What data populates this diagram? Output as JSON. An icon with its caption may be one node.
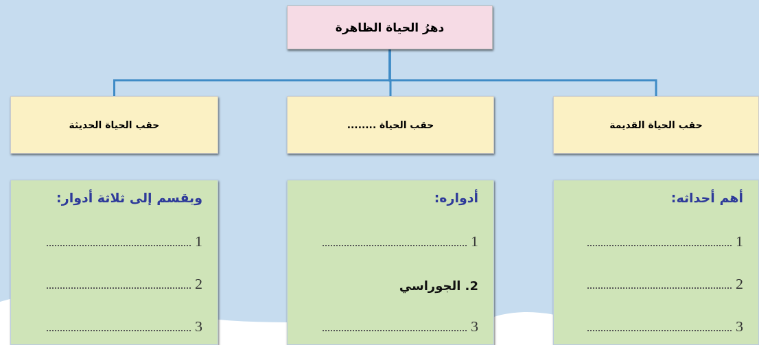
{
  "diagram": {
    "nodes": [
      {
        "text": [
          "دهرُ الحياة الظاهرة"
        ]
      },
      {
        "text": [
          "حقب الحياة القديمة"
        ]
      },
      {
        "text": [
          "حقب الحياة ........"
        ]
      },
      {
        "text": [
          "حقب الحياة الحديثة"
        ]
      },
      {
        "text": [
          "أهم أحداثه:",
          "1",
          "2",
          "3"
        ]
      },
      {
        "text": [
          "أدواره:",
          "1",
          "2. الجوراسي",
          "3"
        ]
      },
      {
        "text": [
          "ويقسم إلى ثلاثة أدوار:",
          "1",
          "2",
          "3"
        ]
      }
    ],
    "edges": [
      {
        "from": 0,
        "to": 1,
        "arrow": "none"
      },
      {
        "from": 0,
        "to": 2,
        "arrow": "none"
      },
      {
        "from": 0,
        "to": 3,
        "arrow": "none"
      }
    ]
  }
}
